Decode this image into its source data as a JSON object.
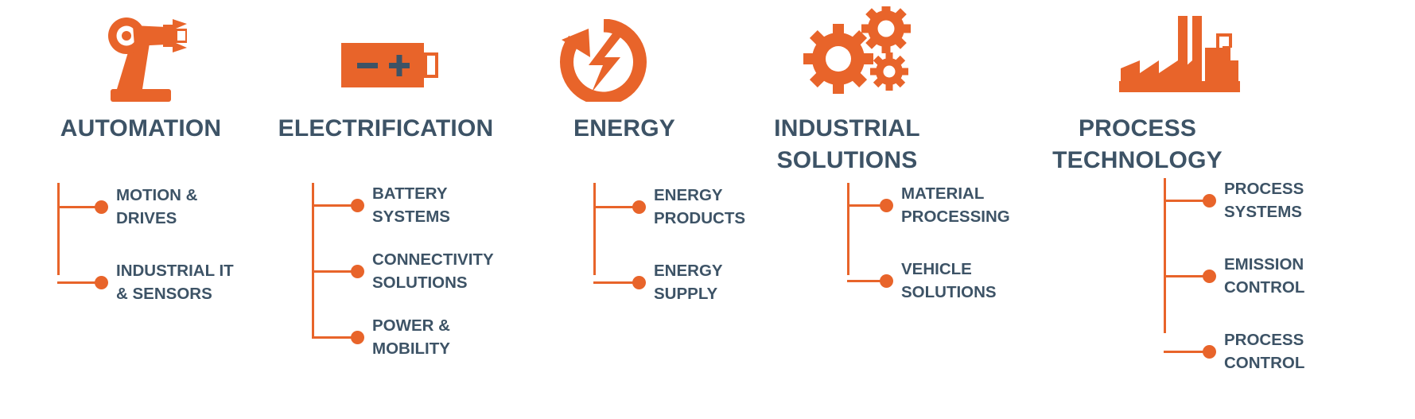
{
  "page": {
    "title": "Business Segments Overview",
    "background_color": "#ffffff",
    "accent_color": "#e8642a",
    "text_color": "#3d5366"
  },
  "segments": [
    {
      "id": "automation",
      "title": "AUTOMATION",
      "icon": "robot-arm-icon",
      "items": [
        {
          "label": "MOTION &\nDRIVES"
        },
        {
          "label": "INDUSTRIAL IT\n& SENSORS"
        }
      ]
    },
    {
      "id": "electrification",
      "title": "ELECTRIFICATION",
      "icon": "battery-icon",
      "items": [
        {
          "label": "BATTERY\nSYSTEMS"
        },
        {
          "label": "CONNECTIVITY\nSOLUTIONS"
        },
        {
          "label": "POWER &\nMOBILITY"
        }
      ]
    },
    {
      "id": "energy",
      "title": "ENERGY",
      "icon": "energy-cycle-bolt-icon",
      "items": [
        {
          "label": "ENERGY\nPRODUCTS"
        },
        {
          "label": "ENERGY\nSUPPLY"
        }
      ]
    },
    {
      "id": "industrial-solutions",
      "title": "INDUSTRIAL\nSOLUTIONS",
      "icon": "gears-icon",
      "items": [
        {
          "label": "MATERIAL\nPROCESSING"
        },
        {
          "label": "VEHICLE\nSOLUTIONS"
        }
      ]
    },
    {
      "id": "process-technology",
      "title": "PROCESS\nTECHNOLOGY",
      "icon": "factory-icon",
      "items": [
        {
          "label": "PROCESS\nSYSTEMS"
        },
        {
          "label": "EMISSION\nCONTROL"
        },
        {
          "label": "PROCESS\nCONTROL"
        }
      ]
    }
  ]
}
